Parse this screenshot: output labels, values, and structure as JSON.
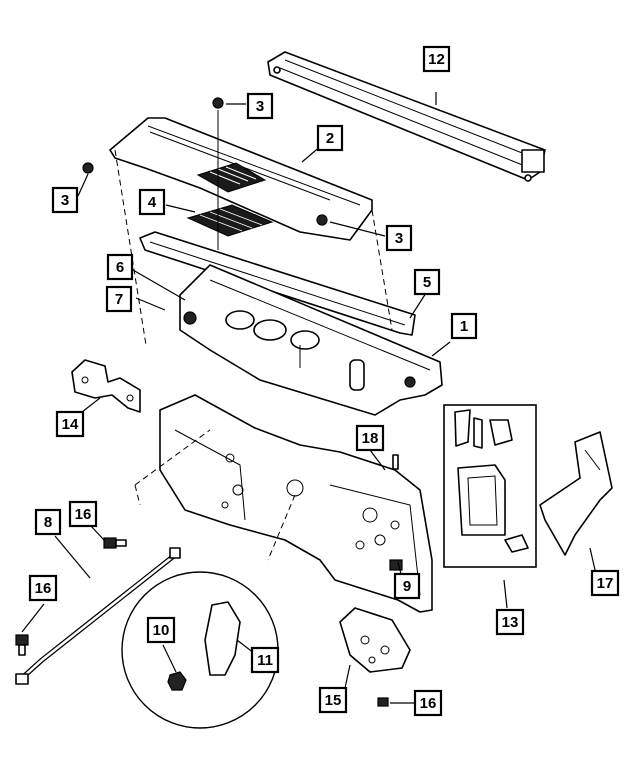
{
  "callouts": {
    "c1": "1",
    "c2": "2",
    "c3a": "3",
    "c3b": "3",
    "c3c": "3",
    "c4": "4",
    "c5": "5",
    "c6": "6",
    "c7": "7",
    "c8": "8",
    "c9": "9",
    "c10": "10",
    "c11": "11",
    "c12": "12",
    "c13": "13",
    "c14": "14",
    "c15": "15",
    "c16a": "16",
    "c16b": "16",
    "c16c": "16",
    "c17": "17",
    "c18": "18"
  }
}
